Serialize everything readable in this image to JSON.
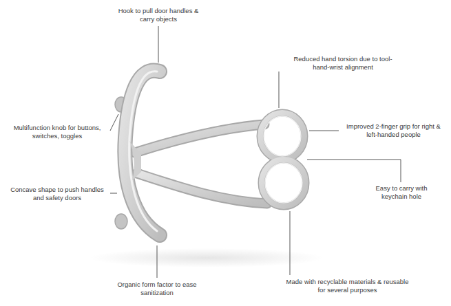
{
  "diagram": {
    "labels": [
      "Hook to pull door handles & carry objects",
      "Multifunction knob for buttons, switches, toggles",
      "Concave shape to push handles and safety doors",
      "Organic form factor to ease sanitization",
      "Reduced hand torsion due to tool-hand-wrist alignment",
      "Improved 2-finger grip for right & left-handed people",
      "Easy to carry with keychain hole",
      "Made with recyclable materials & reusable for several purposes"
    ]
  }
}
